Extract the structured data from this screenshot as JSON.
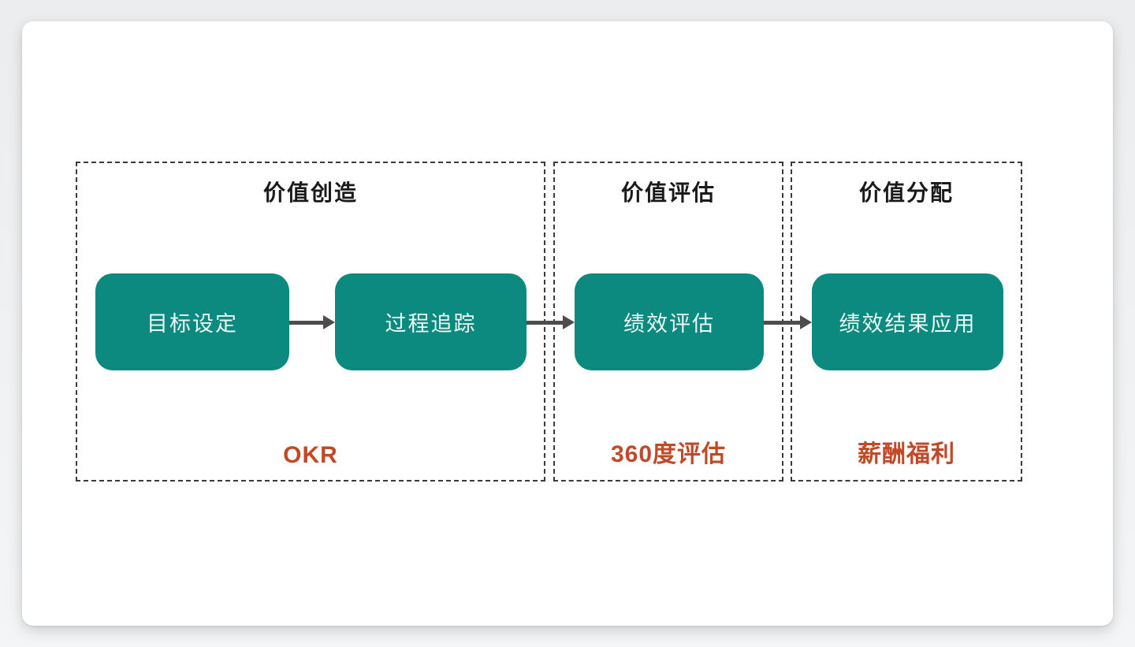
{
  "colors": {
    "teal": "#0D8A80",
    "orange": "#C04A28",
    "arrow": "#4D4D4D",
    "border": "#3B3B3B",
    "title": "#1A1A1A",
    "box_text": "#EAF9F5",
    "card_bg": "#FFFFFF",
    "bg": "#EFF0F1"
  },
  "diagram": {
    "type": "flowchart",
    "sections": [
      {
        "title": "价值创造",
        "label": "OKR",
        "boxes": [
          "目标设定",
          "过程追踪"
        ]
      },
      {
        "title": "价值评估",
        "label": "360度评估",
        "boxes": [
          "绩效评估"
        ]
      },
      {
        "title": "价值分配",
        "label": "薪酬福利",
        "boxes": [
          "绩效结果应用"
        ]
      }
    ],
    "flow_order": [
      "目标设定",
      "过程追踪",
      "绩效评估",
      "绩效结果应用"
    ]
  }
}
